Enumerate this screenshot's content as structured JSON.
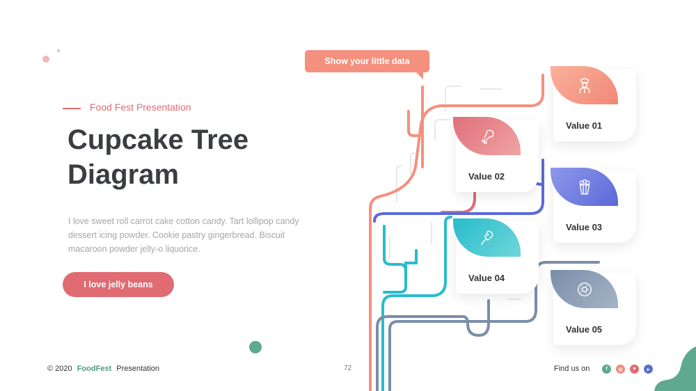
{
  "slide": {
    "subtitle": "Food Fest Presentation",
    "title": "Cupcake Tree Diagram",
    "body": "I love sweet roll carrot cake cotton candy. Tart lollipop candy dessert icing powder. Cookie pastry gingerbread. Biscuit macaroon powder jelly-o liquorice.",
    "cta_label": "I love jelly beans"
  },
  "diagram": {
    "callout": "Show your little data",
    "cards": [
      {
        "label": "Value 01",
        "icon": "chef-icon",
        "color": "#f4907e"
      },
      {
        "label": "Value 02",
        "icon": "drumstick-icon",
        "color": "#e06b73"
      },
      {
        "label": "Value 03",
        "icon": "popcorn-icon",
        "color": "#5b69d8"
      },
      {
        "label": "Value 04",
        "icon": "popsicle-icon",
        "color": "#28bccb"
      },
      {
        "label": "Value 05",
        "icon": "donut-icon",
        "color": "#7a8ea8"
      }
    ]
  },
  "footer": {
    "copyright": "© 2020",
    "brand": "FoodFest",
    "suffix": "Presentation",
    "page_number": "72",
    "find_us": "Find  us on",
    "social": [
      "facebook-icon",
      "instagram-icon",
      "twitter-icon",
      "youtube-icon"
    ]
  },
  "colors": {
    "accent": "#e06b73",
    "green": "#5ea98f",
    "salmon": "#f4907e",
    "blue": "#5b69d8",
    "teal": "#28bccb",
    "slate": "#7a8ea8"
  }
}
